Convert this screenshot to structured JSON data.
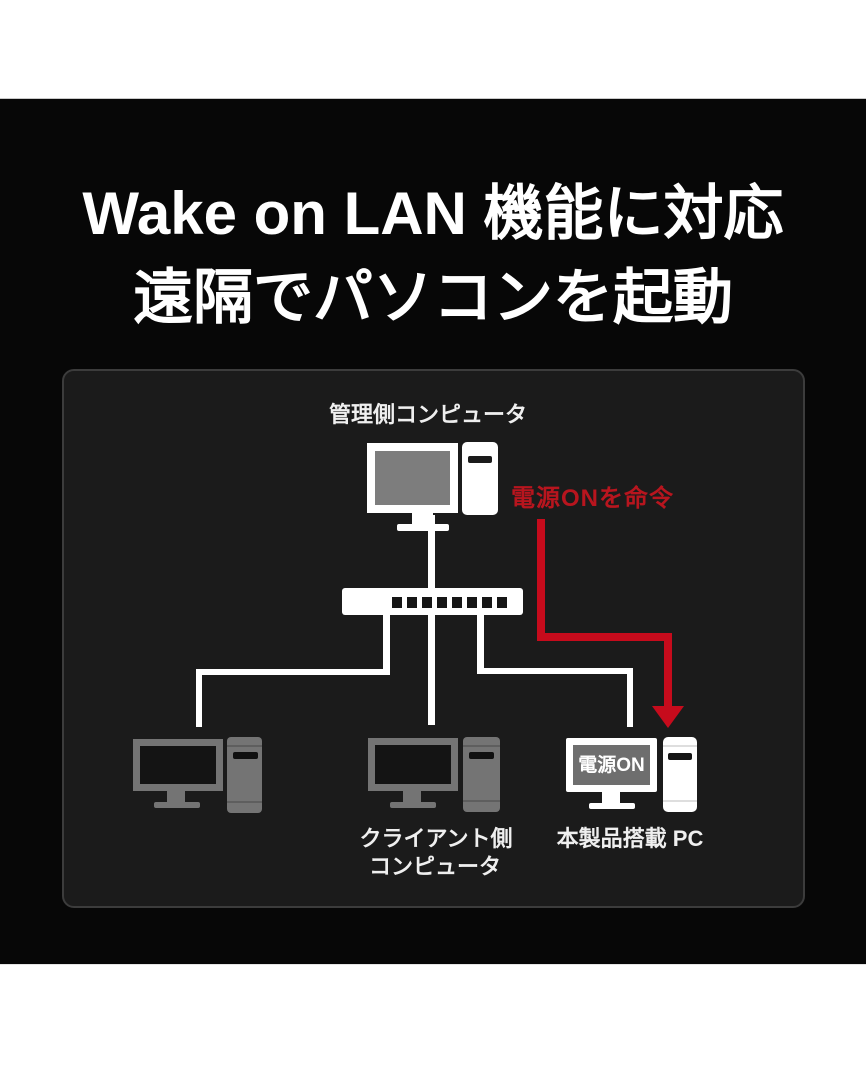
{
  "headline": {
    "line1": "Wake on LAN 機能に対応",
    "line2": "遠隔でパソコンを起動"
  },
  "diagram": {
    "admin_computer": {
      "label": "管理側コンピュータ",
      "icon": "desktop-computer-icon"
    },
    "power_command": {
      "label": "電源ONを命令"
    },
    "network_switch": {
      "icon": "network-switch-icon",
      "ports": 8
    },
    "client_computers": {
      "count": 2,
      "icon": "desktop-computer-icon",
      "label_line1": "クライアント側",
      "label_line2": "コンピュータ"
    },
    "target_pc": {
      "label": "本製品搭載 PC",
      "screen_text": "電源ON",
      "icon": "desktop-computer-icon",
      "arrow_icon": "arrow-down-icon"
    }
  },
  "colors": {
    "page_black": "#070707",
    "panel_bg": "#1b1b1b",
    "panel_border": "#3c3c3c",
    "red_line": "#c60b1c",
    "red_text": "#b8151e",
    "icon_gray": "#747474",
    "icon_white": "#ffffff",
    "admin_screen_gray": "#7d7d7d",
    "target_screen_gray": "#6e6e6e"
  }
}
